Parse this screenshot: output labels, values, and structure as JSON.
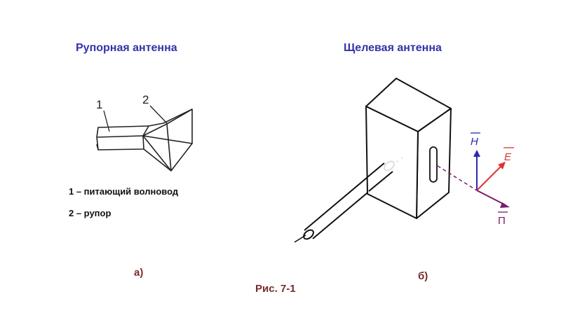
{
  "horn": {
    "title": "Рупорная антенна",
    "num1": "1",
    "num2": "2",
    "legend1": "1 – питающий волновод",
    "legend2": "2 – рупор",
    "sublabel": "а)"
  },
  "slot": {
    "title": "Щелевая антенна",
    "vec_h": "H",
    "vec_e": "E",
    "vec_p": "П",
    "sublabel": "б)"
  },
  "figure": {
    "caption": "Рис. 7-1"
  },
  "colors": {
    "title": "#3333aa",
    "caption": "#7a2a2a",
    "h_vector": "#2a2ab0",
    "e_vector": "#e03030",
    "p_vector": "#7a1a6a"
  }
}
